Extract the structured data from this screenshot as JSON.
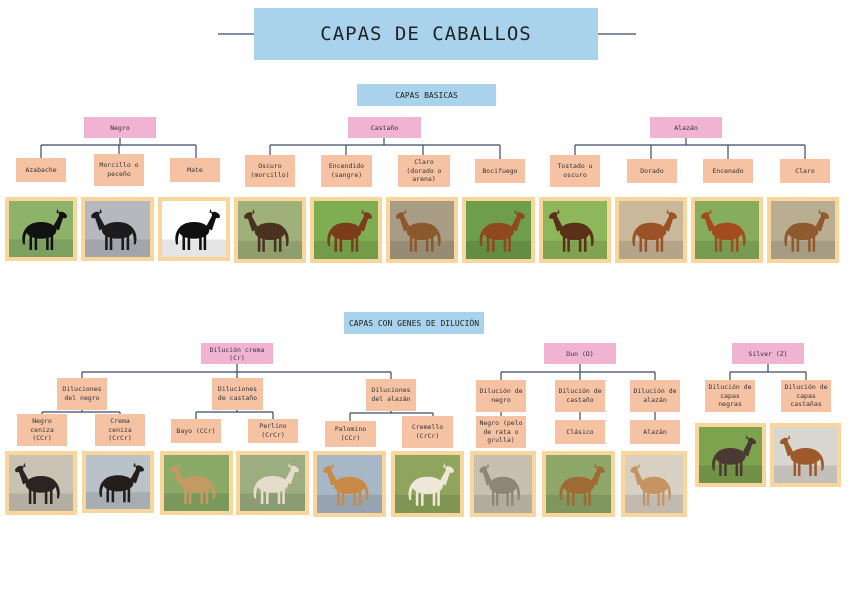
{
  "title": "CAPAS DE CABALLOS",
  "sections": {
    "basic": "CAPAS BASICAS",
    "dilution": "CAPAS CON GENES DE DILUCIÓN"
  },
  "basic": {
    "negro": {
      "label": "Negro",
      "items": [
        "Azabache",
        "Morcillo o peceño",
        "Mate"
      ]
    },
    "castano": {
      "label": "Castaño",
      "items": [
        "Oscuro (morcillo)",
        "Encendido (sangre)",
        "Claro (dorado o arena)",
        "Bocifuego"
      ]
    },
    "alazan": {
      "label": "Alazán",
      "items": [
        "Tostado u oscuro",
        "Dorado",
        "Encenado",
        "Claro"
      ]
    }
  },
  "dilution": {
    "crema": {
      "label": "Dilución crema (Cr)",
      "groups": [
        {
          "label": "Diluciones del negro",
          "items": [
            "Negro ceniza (CCr)",
            "Crema ceniza (CrCr)"
          ]
        },
        {
          "label": "Diluciones de castaño",
          "items": [
            "Bayo (CCr)",
            "Perlino (CrCr)"
          ]
        },
        {
          "label": "Diluciones del alazán",
          "items": [
            "Palomino (CCr)",
            "Cremello (CrCr)"
          ]
        }
      ]
    },
    "dun": {
      "label": "Dun (D)",
      "groups": [
        {
          "label": "Dilución de negro",
          "items": [
            "Negro (pelo de rata o grulla)"
          ]
        },
        {
          "label": "Dilución de castaño",
          "items": [
            "Clásico"
          ]
        },
        {
          "label": "Dilución de alazán",
          "items": [
            "Alazán"
          ]
        }
      ]
    },
    "silver": {
      "label": "Silver (Z)",
      "items": [
        "Dilución de capas negras",
        "Dilución de capas castañas"
      ]
    }
  },
  "colors": {
    "title_bg": "#a9d3ec",
    "category_bg": "#f0b3d2",
    "leaf_bg": "#f6c2a4",
    "photo_frame": "#fbd69c",
    "connector": "#3a4a6a"
  }
}
